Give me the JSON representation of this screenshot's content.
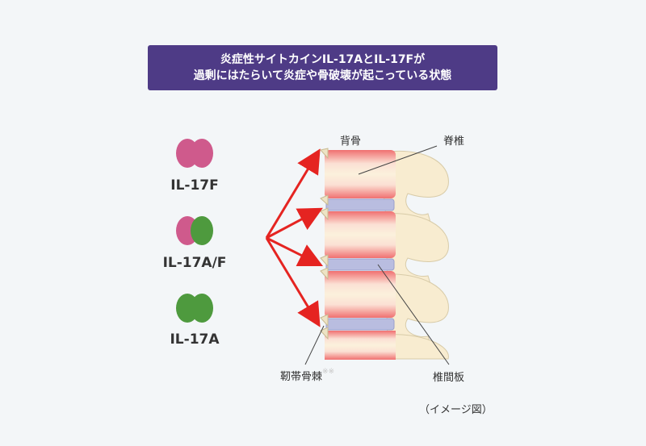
{
  "title": {
    "line1": "炎症性サイトカインIL-17AとIL-17Fが",
    "line2": "過剰にはたらいて炎症や骨破壊が起こっている状態"
  },
  "proteins": [
    {
      "label": "IL-17F",
      "left_color": "#cf5a8c",
      "right_color": "#cf5a8c"
    },
    {
      "label": "IL-17A/F",
      "left_color": "#cf5a8c",
      "right_color": "#4e9a3e"
    },
    {
      "label": "IL-17A",
      "left_color": "#4e9a3e",
      "right_color": "#4e9a3e"
    }
  ],
  "annotations": {
    "vertebral_body": "背骨",
    "spine": "脊椎",
    "syndesmophyte": "靭帯骨棘",
    "syndesmophyte_mark": "※※",
    "intervertebral_disc": "椎間板"
  },
  "note": "（イメージ図）",
  "colors": {
    "banner": "#4e3b86",
    "arrow": "#e52421",
    "bone": "#f8ecd0",
    "inflammation": "#f06a6a",
    "disc": "#b9bde0"
  }
}
